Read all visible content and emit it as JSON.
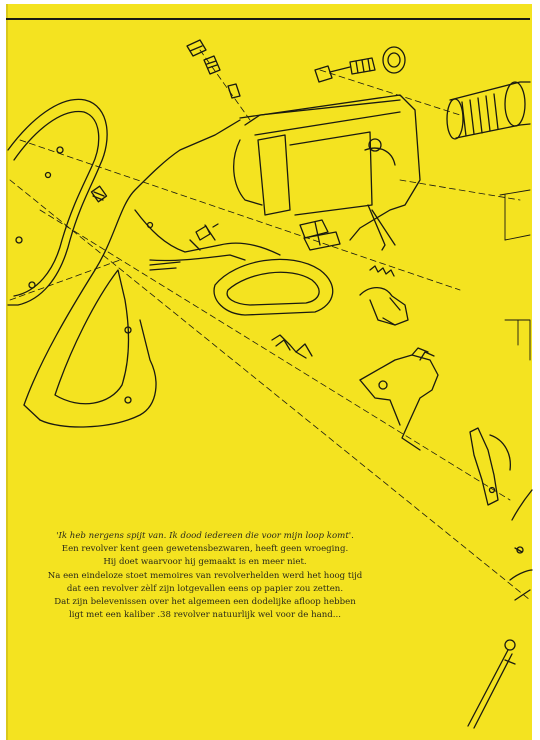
{
  "page": {
    "background_color": "#f4e320",
    "ink_color": "#1a1a10",
    "illustration": "revolver-exploded-view-line-drawing"
  },
  "caption": {
    "quote": "'Ik heb nergens spijt van. Ik dood iedereen die voor mijn loop komt'.",
    "lines": [
      "Een revolver kent geen gewetensbezwaren, heeft geen wroeging.",
      "Hij doet waarvoor hij gemaakt is en meer niet.",
      "Na een eindeloze stoet memoires van revolverhelden werd het hoog tijd",
      "dat een revolver zèlf zijn lotgevallen eens op papier zou zetten.",
      "Dat zijn belevenissen over het algemeen een dodelijke afloop hebben",
      "ligt met een kaliber .38 revolver natuurlijk wel voor de hand..."
    ]
  }
}
